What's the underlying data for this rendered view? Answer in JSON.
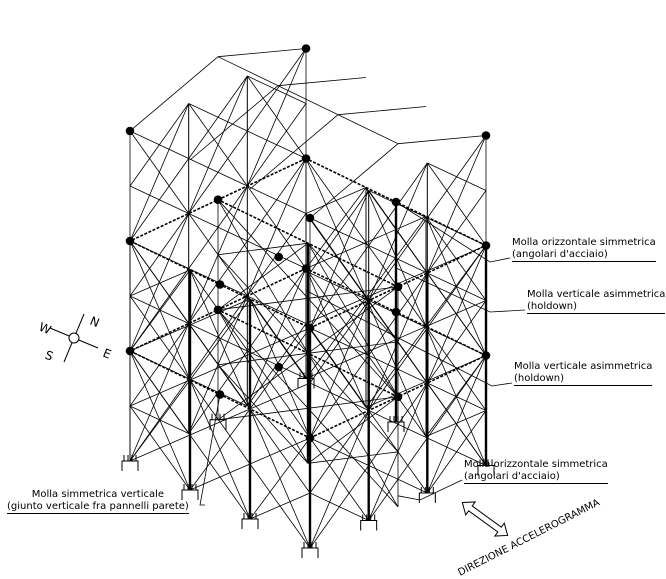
{
  "labels": {
    "horiz_spring_1": {
      "line1": "Molla orizzontale simmetrica",
      "line2": "(angolari d'acciaio)"
    },
    "vert_spring_1": {
      "line1": "Molla verticale asimmetrica",
      "line2": "(holdown)"
    },
    "vert_spring_2": {
      "line1": "Molla verticale asimmetrica",
      "line2": "(holdown)"
    },
    "horiz_spring_2": {
      "line1": "Molla orizzontale simmetrica",
      "line2": "(angolari d'acciaio)"
    },
    "sym_vert_spring": {
      "line1": "Molla simmetrica verticale",
      "line2": "(giunto verticale fra pannelli parete)"
    },
    "accel_direction": "DIREZIONE ACCELEROGRAMMA"
  },
  "compass": {
    "n": "N",
    "e": "E",
    "s": "S",
    "w": "W"
  },
  "colors": {
    "line": "#000000",
    "background": "#ffffff"
  }
}
